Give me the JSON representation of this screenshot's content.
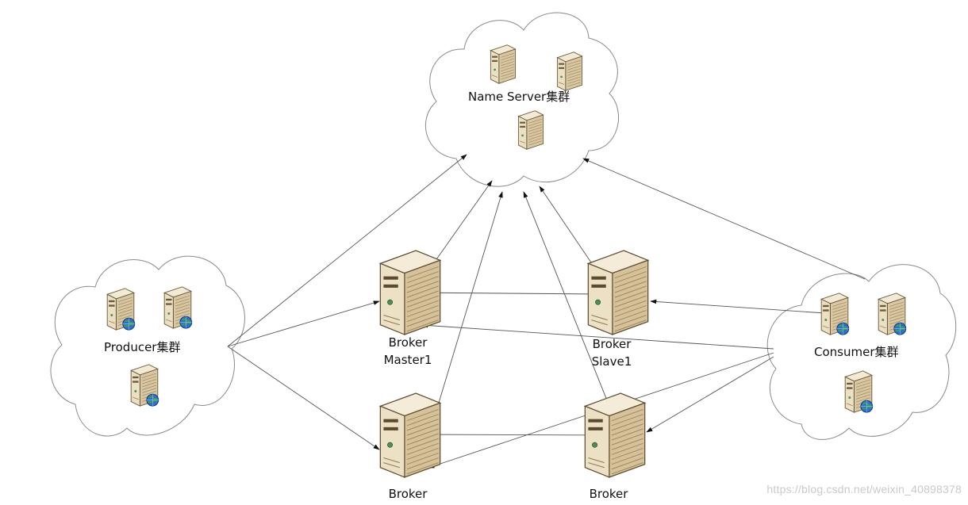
{
  "clusters": {
    "nameserver": {
      "label": "Name Server集群"
    },
    "producer": {
      "label": "Producer集群"
    },
    "consumer": {
      "label": "Consumer集群"
    }
  },
  "brokers": {
    "master1": {
      "line1": "Broker",
      "line2": "Master1"
    },
    "slave1": {
      "line1": "Broker",
      "line2": "Slave1"
    },
    "master2": {
      "line1": "Broker"
    },
    "slave2": {
      "line1": "Broker"
    }
  },
  "watermark": "https://blog.csdn.net/weixin_40898378",
  "colors": {
    "line": "#555555",
    "cloud_stroke": "#8a8a8a",
    "server_face": "#e9dcc0",
    "server_side": "#d6c5a0",
    "server_dark": "#b9a57a",
    "globe": "#2b6fcf"
  },
  "icons": [
    "server-icon",
    "web-server-icon",
    "arrow"
  ]
}
